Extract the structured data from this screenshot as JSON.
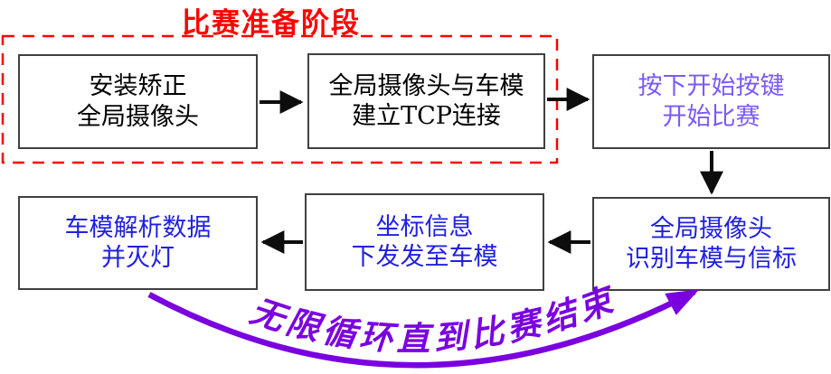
{
  "title": {
    "text": "比赛准备阶段",
    "color": "#ff0000"
  },
  "prep_group": {
    "outline_color": "#ff0000"
  },
  "boxes": {
    "install_camera": {
      "line1": "安装矫正",
      "line2": "全局摄像头",
      "color": "#000000"
    },
    "tcp_connect": {
      "line1": "全局摄像头与车模",
      "line2": "建立TCP连接",
      "color": "#000000"
    },
    "press_start": {
      "line1": "按下开始按键",
      "line2": "开始比赛",
      "color": "#7b5af8"
    },
    "identify_targets": {
      "line1": "全局摄像头",
      "line2": "识别车模与信标",
      "color": "#2020e0"
    },
    "send_coordinates": {
      "line1": "坐标信息",
      "line2": "下发发至车模",
      "color": "#2020e0"
    },
    "parse_data": {
      "line1": "车模解析数据",
      "line2": "并灭灯",
      "color": "#2020e0"
    }
  },
  "loop_label": {
    "text": "无限循环直到比赛结束",
    "color": "#7a00e0"
  },
  "connector_colors": {
    "arrow": "#0d0d0d"
  }
}
